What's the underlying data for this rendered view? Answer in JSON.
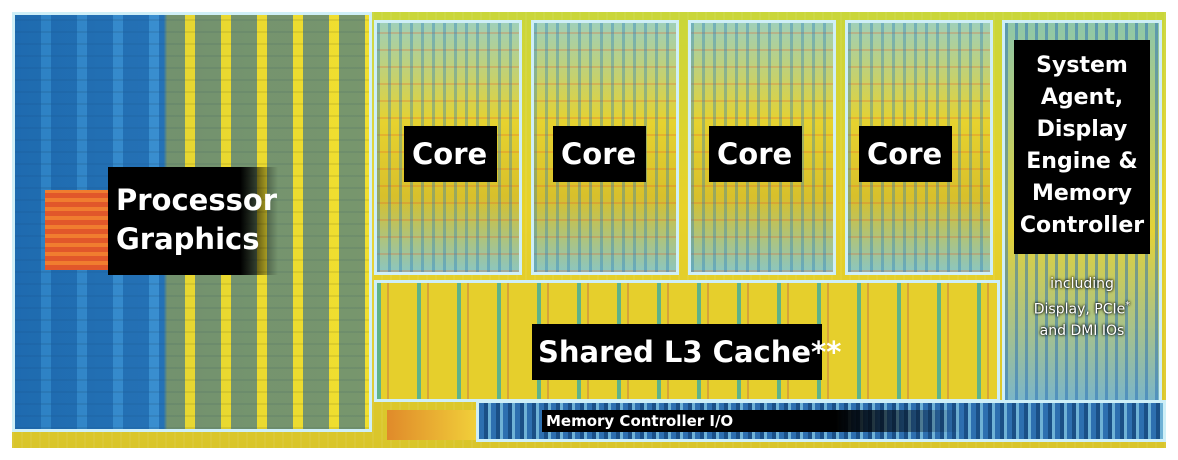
{
  "diagram": {
    "blocks": {
      "processor_graphics": {
        "lines": [
          "Processor",
          "Graphics"
        ]
      },
      "cores": [
        {
          "label": "Core"
        },
        {
          "label": "Core"
        },
        {
          "label": "Core"
        },
        {
          "label": "Core"
        }
      ],
      "shared_l3_cache": {
        "label": "Shared L3 Cache**"
      },
      "system_agent": {
        "lines": [
          "System",
          "Agent,",
          "Display",
          "Engine &",
          "Memory",
          "Controller"
        ],
        "note_lines": [
          "including",
          "Display, PCIe",
          "and DMI IOs"
        ],
        "note_superscript": "*"
      },
      "memory_controller_io": {
        "label": "Memory Controller I/O"
      }
    },
    "colors": {
      "outline": "#cfeff7",
      "label_background": "#000000",
      "label_text": "#ffffff"
    }
  }
}
